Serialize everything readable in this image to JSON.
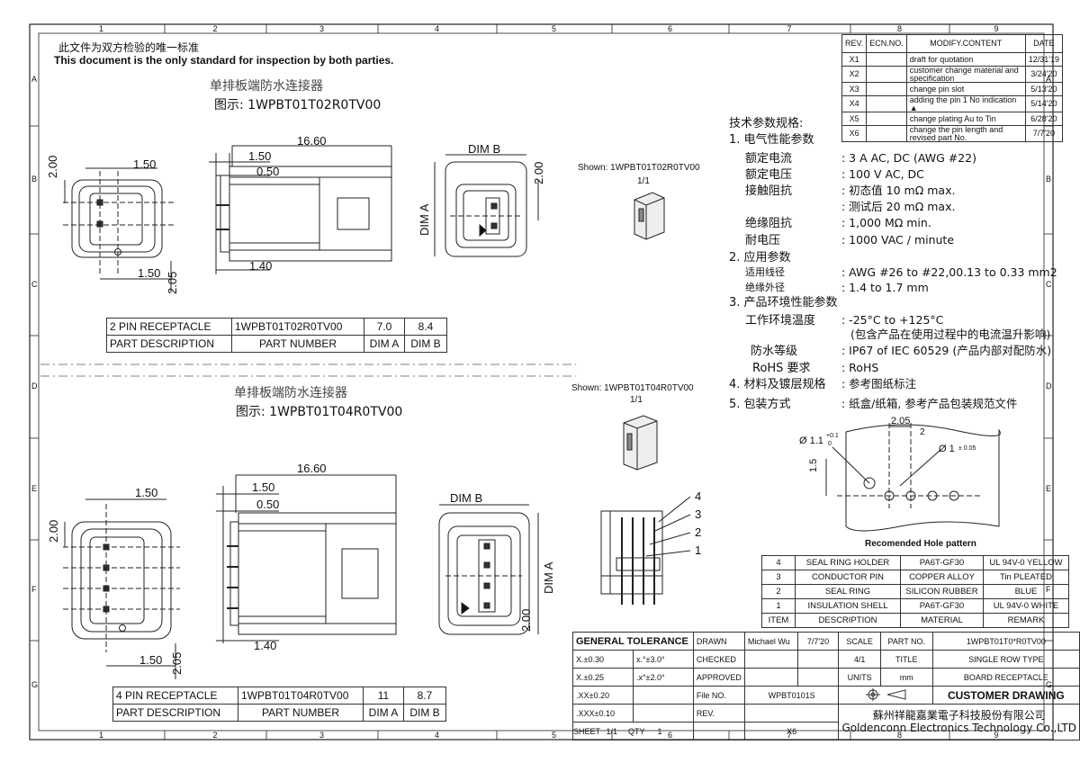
{
  "border_columns": [
    "1",
    "2",
    "3",
    "4",
    "5",
    "6",
    "7",
    "8",
    "9"
  ],
  "border_rows": [
    "A",
    "B",
    "C",
    "D",
    "E",
    "F",
    "G"
  ],
  "header": {
    "cn": "此文件为双方检验的唯一标准",
    "en": "This document is the only standard for inspection by both parties."
  },
  "part1": {
    "title_cn": "单排板端防水连接器",
    "model_label": "图示: 1WPBT01T02R0TV00",
    "dims": {
      "d1660": "16.60",
      "d150a": "1.50",
      "d050": "0.50",
      "d140": "1.40",
      "d150b": "1.50",
      "d150c": "1.50",
      "d200a": "2.00",
      "d205": "2.05",
      "dimb": "DIM B",
      "dima": "DIM A",
      "d200b": "2.00"
    },
    "shown": "Shown: 1WPBT01T02R0TV00",
    "scale": "1/1",
    "table": [
      [
        "2 PIN RECEPTACLE",
        "1WPBT01T02R0TV00",
        "7.0",
        "8.4"
      ],
      [
        "PART DESCRIPTION",
        "PART NUMBER",
        "DIM A",
        "DIM B"
      ]
    ]
  },
  "part2": {
    "title_cn": "单排板端防水连接器",
    "model_label": "图示: 1WPBT01T04R0TV00",
    "dims": {
      "d1660": "16.60",
      "d150a": "1.50",
      "d050": "0.50",
      "d140": "1.40",
      "d150b": "1.50",
      "d150c": "1.50",
      "d200a": "2.00",
      "d205": "2.05",
      "dimb": "DIM B",
      "dima": "DIM A",
      "d200b": "2.00"
    },
    "shown": "Shown: 1WPBT01T04R0TV00",
    "scale": "1/1",
    "table": [
      [
        "4 PIN RECEPTACLE",
        "1WPBT01T04R0TV00",
        "11",
        "8.7"
      ],
      [
        "PART DESCRIPTION",
        "PART NUMBER",
        "DIM A",
        "DIM B"
      ]
    ]
  },
  "revisions": {
    "headers": [
      "REV.",
      "ECN.NO.",
      "MODIFY.CONTENT",
      "DATE"
    ],
    "rows": [
      [
        "X1",
        "",
        "draft for quotation",
        "12/31'19"
      ],
      [
        "X2",
        "",
        "customer change material and specification",
        "3/24'20"
      ],
      [
        "X3",
        "",
        "change pin slot",
        "5/13'20"
      ],
      [
        "X4",
        "",
        "adding the pin 1 No indication ▲",
        "5/14'20"
      ],
      [
        "X5",
        "",
        "change plating Au to Tin",
        "6/28'20"
      ],
      [
        "X6",
        "",
        "change the pin length and revised part No.",
        "7/7'20"
      ]
    ]
  },
  "specs": {
    "title": "技术参数规格:",
    "lines": [
      {
        "label": "1. 电气性能参数",
        "value": ""
      },
      {
        "label": "额定电流",
        "value": ": 3 A AC, DC (AWG #22)"
      },
      {
        "label": "额定电压",
        "value": ": 100 V AC, DC"
      },
      {
        "label": "接触阻抗",
        "value": ": 初态值  10 mΩ max."
      },
      {
        "label": "",
        "value": ": 测试后  20 mΩ max."
      },
      {
        "label": "绝缘阻抗",
        "value": ": 1,000 MΩ min."
      },
      {
        "label": "耐电压",
        "value": ": 1000 VAC / minute"
      },
      {
        "label": "2. 应用参数",
        "value": ""
      },
      {
        "label": "适用线径",
        "value": ":   AWG #26 to #22,00.13 to 0.33 mm2"
      },
      {
        "label": "绝缘外径",
        "value": ":   1.4 to 1.7 mm"
      },
      {
        "label": "3. 产品环境性能参数",
        "value": ""
      },
      {
        "label": "工作环境温度",
        "value": ": -25°C to +125°C"
      },
      {
        "label": "",
        "value": "(包含产品在使用过程中的电流温升影响)"
      },
      {
        "label": "防水等级",
        "value": ":   IP67 of IEC 60529  (产品内部对配防水)"
      },
      {
        "label": "RoHS 要求",
        "value": ": RoHS"
      },
      {
        "label": "4. 材料及镀层规格",
        "value": ":   参考图纸标注"
      },
      {
        "label": "5. 包装方式",
        "value": ": 纸盒/纸箱, 参考产品包装规范文件"
      }
    ]
  },
  "hole_pattern": {
    "caption": "Recomended Hole pattern",
    "d205": "2.05",
    "d2": "2",
    "d15": "1.5",
    "dia11": "Ø 1.1",
    "tol11_up": "+0.1",
    "tol11_lo": "0",
    "dia1": "Ø 1",
    "tol1": "± 0.05"
  },
  "callouts": [
    "4",
    "3",
    "2",
    "1"
  ],
  "bom": {
    "rows": [
      [
        "4",
        "SEAL RING HOLDER",
        "PA6T-GF30",
        "UL 94V-0 YELLOW"
      ],
      [
        "3",
        "CONDUCTOR PIN",
        "COPPER ALLOY",
        "Tin PLEATED"
      ],
      [
        "2",
        "SEAL RING",
        "SILICON RUBBER",
        "BLUE"
      ],
      [
        "1",
        "INSULATION SHELL",
        "PA6T-GF30",
        "UL 94V-0 WHITE"
      ],
      [
        "ITEM",
        "DESCRIPTION",
        "MATERIAL",
        "REMARK"
      ]
    ]
  },
  "title_block": {
    "gen_tol": "GENERAL TOLERANCE",
    "tol_rows": [
      [
        "X.±0.30",
        "x.°±3.0°"
      ],
      [
        "X.±0.25",
        ".x°±2.0°"
      ],
      [
        ".XX±0.20",
        ""
      ],
      [
        ".XXX±0.10",
        ""
      ]
    ],
    "drawn_label": "DRAWN",
    "drawn_by": "Michael Wu",
    "drawn_date": "7/7'20",
    "scale_label": "SCALE",
    "partno_label": "PART NO.",
    "partno": "1WPBT01T0*R0TV00",
    "checked_label": "CHECKED",
    "scale_value": "4/1",
    "title_label": "TITLE",
    "title_line1": "SINGLE ROW TYPE",
    "approved_label": "APPROVED",
    "units_label": "UNITS",
    "units_value": "mm",
    "title_line2": "BOARD RECEPTACLE",
    "fileno_label": "File NO.",
    "fileno": "WPBT0101S",
    "customer": "CUSTOMER DRAWING",
    "rev_label": "REV.",
    "company_cn": "蘇州祥龍嘉業電子科技股份有限公司",
    "company_en": "Goldenconn Electronics Technology Co.,LTD",
    "sheet_label": "SHEET",
    "sheet": "1/1",
    "qty_label": "QTY",
    "qty": "1",
    "rev": "X6"
  }
}
